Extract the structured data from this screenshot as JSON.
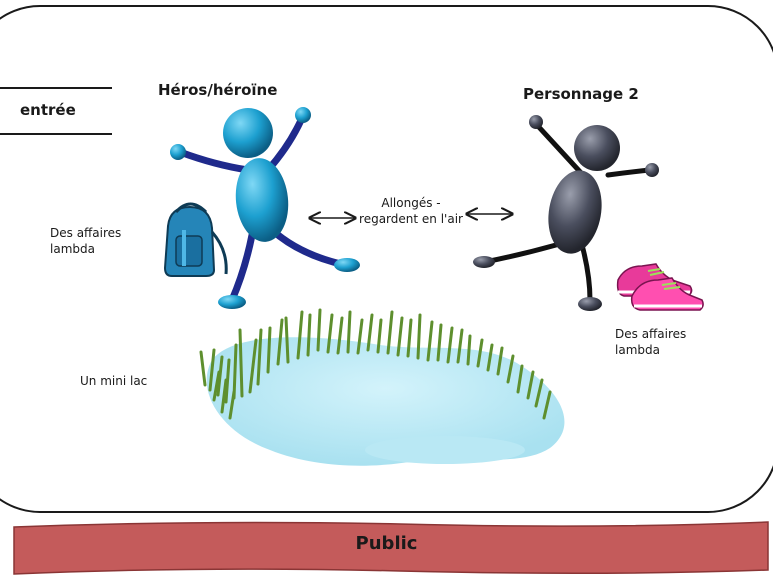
{
  "labels": {
    "entree": "entrée",
    "hero": "Héros/héroïne",
    "character2": "Personnage 2",
    "center_line1": "Allongés -",
    "center_line2": "regardent en l'air",
    "items_left_line1": "Des affaires",
    "items_left_line2": "lambda",
    "items_right_line1": "Des affaires",
    "items_right_line2": "lambda",
    "lake": "Un mini lac",
    "public": "Public"
  },
  "colors": {
    "hero_body": "#1da0d0",
    "hero_limbs": "#1f2a8c",
    "character2_body": "#4a4e5e",
    "character2_limbs": "#111111",
    "lake": "#b9e8f4",
    "grass": "#5e8f2e",
    "public_band": "#c45b5b",
    "backpack": "#2585b8",
    "shoes": "#e83a9a"
  },
  "icons": {
    "hero": "stick-figure-jumping",
    "character2": "stick-figure-jumping",
    "backpack": "backpack-icon",
    "shoes": "sneakers-icon",
    "lake": "pond-with-reeds"
  }
}
